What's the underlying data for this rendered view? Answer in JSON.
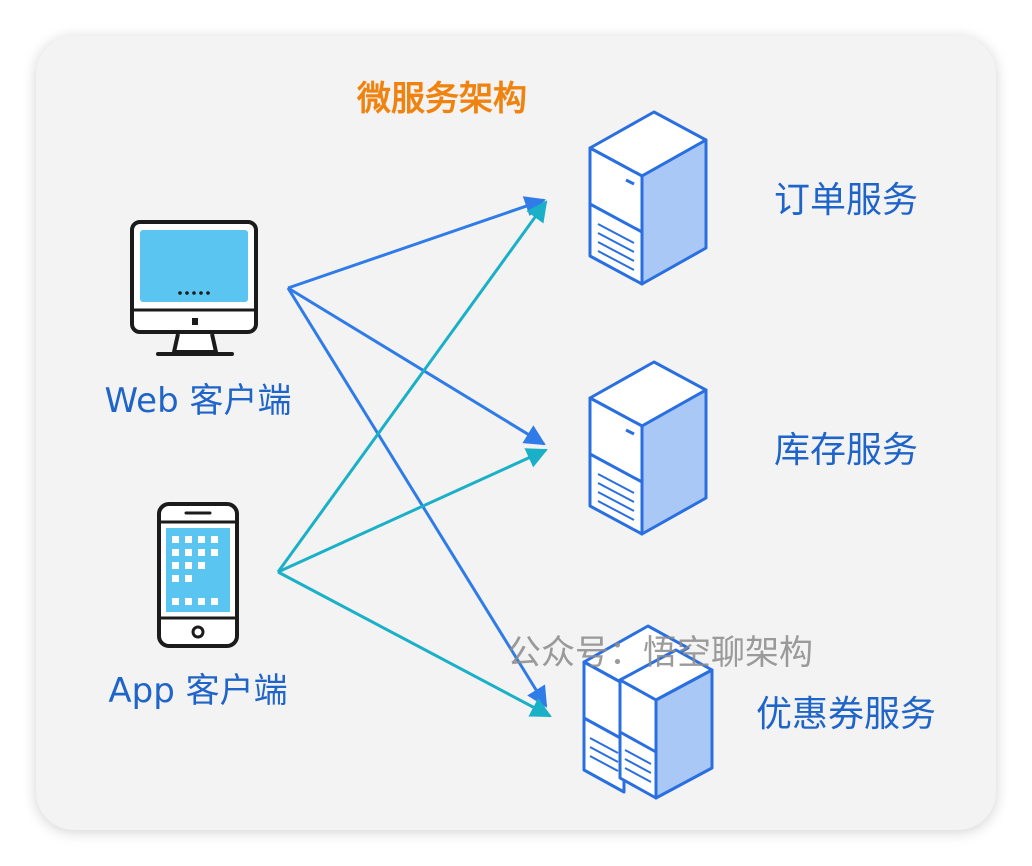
{
  "title": "微服务架构",
  "clients": [
    {
      "id": "web",
      "label": "Web 客户端",
      "icon": "desktop-monitor-icon"
    },
    {
      "id": "app",
      "label": "App 客户端",
      "icon": "mobile-phone-icon"
    }
  ],
  "services": [
    {
      "id": "order",
      "label": "订单服务",
      "icon": "server-icon"
    },
    {
      "id": "inventory",
      "label": "库存服务",
      "icon": "server-icon"
    },
    {
      "id": "coupon",
      "label": "优惠券服务",
      "icon": "server-cluster-icon"
    }
  ],
  "connections": [
    {
      "from": "web",
      "to": "order"
    },
    {
      "from": "web",
      "to": "inventory"
    },
    {
      "from": "web",
      "to": "coupon"
    },
    {
      "from": "app",
      "to": "order"
    },
    {
      "from": "app",
      "to": "inventory"
    },
    {
      "from": "app",
      "to": "coupon"
    }
  ],
  "watermark": "公众号：悟空聊架构",
  "colors": {
    "title": "#f0830f",
    "label": "#1f64c8",
    "web_arrow": "#2f7be8",
    "app_arrow": "#1ab0c7",
    "server_fill": "#a9c8f5",
    "server_stroke": "#2a6fe0",
    "watermark": "#8a8a8a"
  }
}
